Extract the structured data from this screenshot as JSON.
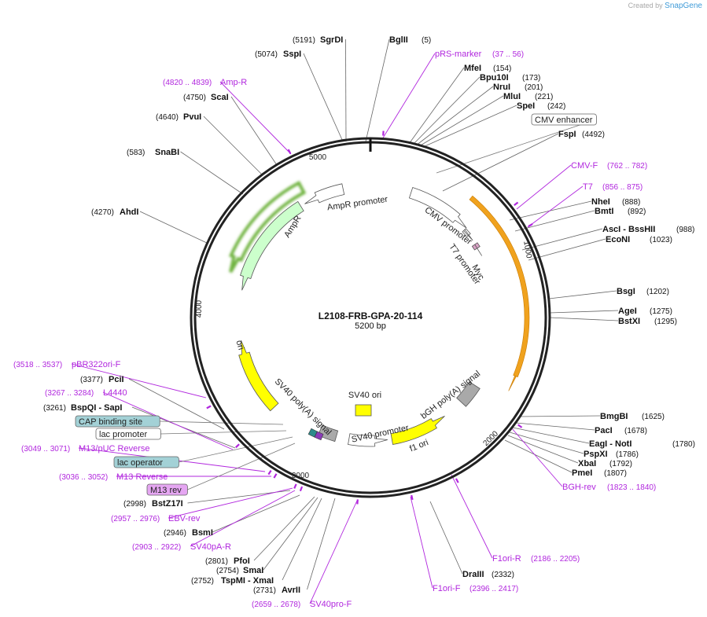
{
  "credit": {
    "prefix": "Created by",
    "brand": "SnapGene"
  },
  "plasmid": {
    "name": "L2108-FRB-GPA-20-114",
    "size_label": "5200 bp"
  },
  "ticks": [
    "1000",
    "2000",
    "3000",
    "4000",
    "5000"
  ],
  "enzymes": [
    {
      "name": "SgrDI",
      "pos": "(5191)"
    },
    {
      "name": "BglII",
      "pos": "(5)"
    },
    {
      "name": "SspI",
      "pos": "(5074)"
    },
    {
      "name": "MfeI",
      "pos": "(154)"
    },
    {
      "name": "Bpu10I",
      "pos": "(173)"
    },
    {
      "name": "NruI",
      "pos": "(201)"
    },
    {
      "name": "MluI",
      "pos": "(221)"
    },
    {
      "name": "SpeI",
      "pos": "(242)"
    },
    {
      "name": "ScaI",
      "pos": "(4750)"
    },
    {
      "name": "PvuI",
      "pos": "(4640)"
    },
    {
      "name": "SnaBI",
      "pos": "(583)"
    },
    {
      "name": "FspI",
      "pos": "(4492)"
    },
    {
      "name": "AhdI",
      "pos": "(4270)"
    },
    {
      "name": "NheI",
      "pos": "(888)"
    },
    {
      "name": "BmtI",
      "pos": "(892)"
    },
    {
      "name": "AscI - BssHII",
      "pos": "(988)"
    },
    {
      "name": "EcoNI",
      "pos": "(1023)"
    },
    {
      "name": "BsgI",
      "pos": "(1202)"
    },
    {
      "name": "AgeI",
      "pos": "(1275)"
    },
    {
      "name": "BstXI",
      "pos": "(1295)"
    },
    {
      "name": "PciI",
      "pos": "(3377)"
    },
    {
      "name": "BspQI - SapI",
      "pos": "(3261)"
    },
    {
      "name": "BmgBI",
      "pos": "(1625)"
    },
    {
      "name": "PacI",
      "pos": "(1678)"
    },
    {
      "name": "EagI - NotI",
      "pos": "(1780)"
    },
    {
      "name": "PspXI",
      "pos": "(1786)"
    },
    {
      "name": "XbaI",
      "pos": "(1792)"
    },
    {
      "name": "PmeI",
      "pos": "(1807)"
    },
    {
      "name": "BstZ17I",
      "pos": "(2998)"
    },
    {
      "name": "BsmI",
      "pos": "(2946)"
    },
    {
      "name": "PfoI",
      "pos": "(2801)"
    },
    {
      "name": "SmaI",
      "pos": "(2754)"
    },
    {
      "name": "TspMI - XmaI",
      "pos": "(2752)"
    },
    {
      "name": "AvrII",
      "pos": "(2731)"
    },
    {
      "name": "DraIII",
      "pos": "(2332)"
    }
  ],
  "primers": [
    {
      "name": "pRS-marker",
      "range": "(37 .. 56)"
    },
    {
      "name": "Amp-R",
      "range": "(4820 .. 4839)"
    },
    {
      "name": "CMV-F",
      "range": "(762 .. 782)"
    },
    {
      "name": "T7",
      "range": "(856 .. 875)"
    },
    {
      "name": "pBR322ori-F",
      "range": "(3518 .. 3537)"
    },
    {
      "name": "L4440",
      "range": "(3267 .. 3284)"
    },
    {
      "name": "M13/pUC Reverse",
      "range": "(3049 .. 3071)"
    },
    {
      "name": "M13 Reverse",
      "range": "(3036 .. 3052)"
    },
    {
      "name": "EBV-rev",
      "range": "(2957 .. 2976)"
    },
    {
      "name": "SV40pA-R",
      "range": "(2903 .. 2922)"
    },
    {
      "name": "SV40pro-F",
      "range": "(2659 .. 2678)"
    },
    {
      "name": "BGH-rev",
      "range": "(1823 .. 1840)"
    },
    {
      "name": "F1ori-R",
      "range": "(2186 .. 2205)"
    },
    {
      "name": "F1ori-F",
      "range": "(2396 .. 2417)"
    }
  ],
  "boxed_features": [
    {
      "name": "CMV enhancer"
    },
    {
      "name": "CAP binding site"
    },
    {
      "name": "lac promoter"
    },
    {
      "name": "lac operator"
    },
    {
      "name": "M13 rev"
    }
  ],
  "map_features": [
    {
      "name": "AmpR promoter"
    },
    {
      "name": "AmpR"
    },
    {
      "name": "ori"
    },
    {
      "name": "CMV promoter"
    },
    {
      "name": "T7 promoter"
    },
    {
      "name": "Myc"
    },
    {
      "name": "SV40 poly(A) signal"
    },
    {
      "name": "SV40 ori"
    },
    {
      "name": "bGH poly(A) signal"
    },
    {
      "name": "f1 ori"
    },
    {
      "name": "SV40 promoter"
    }
  ],
  "colors": {
    "enzyme_text": "#111111",
    "primer": "#b127de",
    "ampr": "#ccffcc",
    "ori": "#ffff00",
    "grey_feature": "#a9a9a9",
    "myc": "#d9a3c6",
    "lac_operator": "#a3d1d6",
    "cap_site": "#a3d1d6",
    "m13_rev": "#e5a6f2"
  }
}
